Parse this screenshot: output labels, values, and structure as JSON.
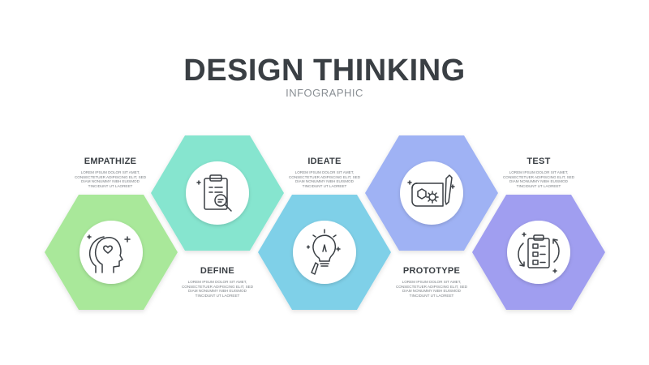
{
  "header": {
    "title": "DESIGN THINKING",
    "subtitle": "INFOGRAPHIC"
  },
  "steps": [
    {
      "heading": "EMPATHIZE",
      "body": "LOREM IPSUM DOLOR SIT AMET,\nCONSECTETUER ADIPISCING ELIT, SED\nDIAM NONUMMY NIBH EUISMOD\nTINCIDUNT UT LAOREET",
      "icon": "head-heart-icon",
      "color": "#a9e89a"
    },
    {
      "heading": "DEFINE",
      "body": "LOREM IPSUM DOLOR SIT AMET,\nCONSECTETUER ADIPISCING ELIT, SED\nDIAM NONUMMY NIBH EUISMOD\nTINCIDUNT UT LAOREET",
      "icon": "clipboard-search-icon",
      "color": "#86e5cf"
    },
    {
      "heading": "IDEATE",
      "body": "LOREM IPSUM DOLOR SIT AMET,\nCONSECTETUER ADIPISCING ELIT, SED\nDIAM NONUMMY NIBH EUISMOD\nTINCIDUNT UT LAOREET",
      "icon": "lightbulb-pencil-icon",
      "color": "#7fd0e8"
    },
    {
      "heading": "PROTOTYPE",
      "body": "LOREM IPSUM DOLOR SIT AMET,\nCONSECTETUER ADIPISCING ELIT, SED\nDIAM NONUMMY NIBH EUISMOD\nTINCIDUNT UT LAOREET",
      "icon": "blueprint-gear-icon",
      "color": "#9fb2f4"
    },
    {
      "heading": "TEST",
      "body": "LOREM IPSUM DOLOR SIT AMET,\nCONSECTETUER ADIPISCING ELIT, SED\nDIAM NONUMMY NIBH EUISMOD\nTINCIDUNT UT LAOREET",
      "icon": "clipboard-cycle-icon",
      "color": "#a09ef0"
    }
  ]
}
